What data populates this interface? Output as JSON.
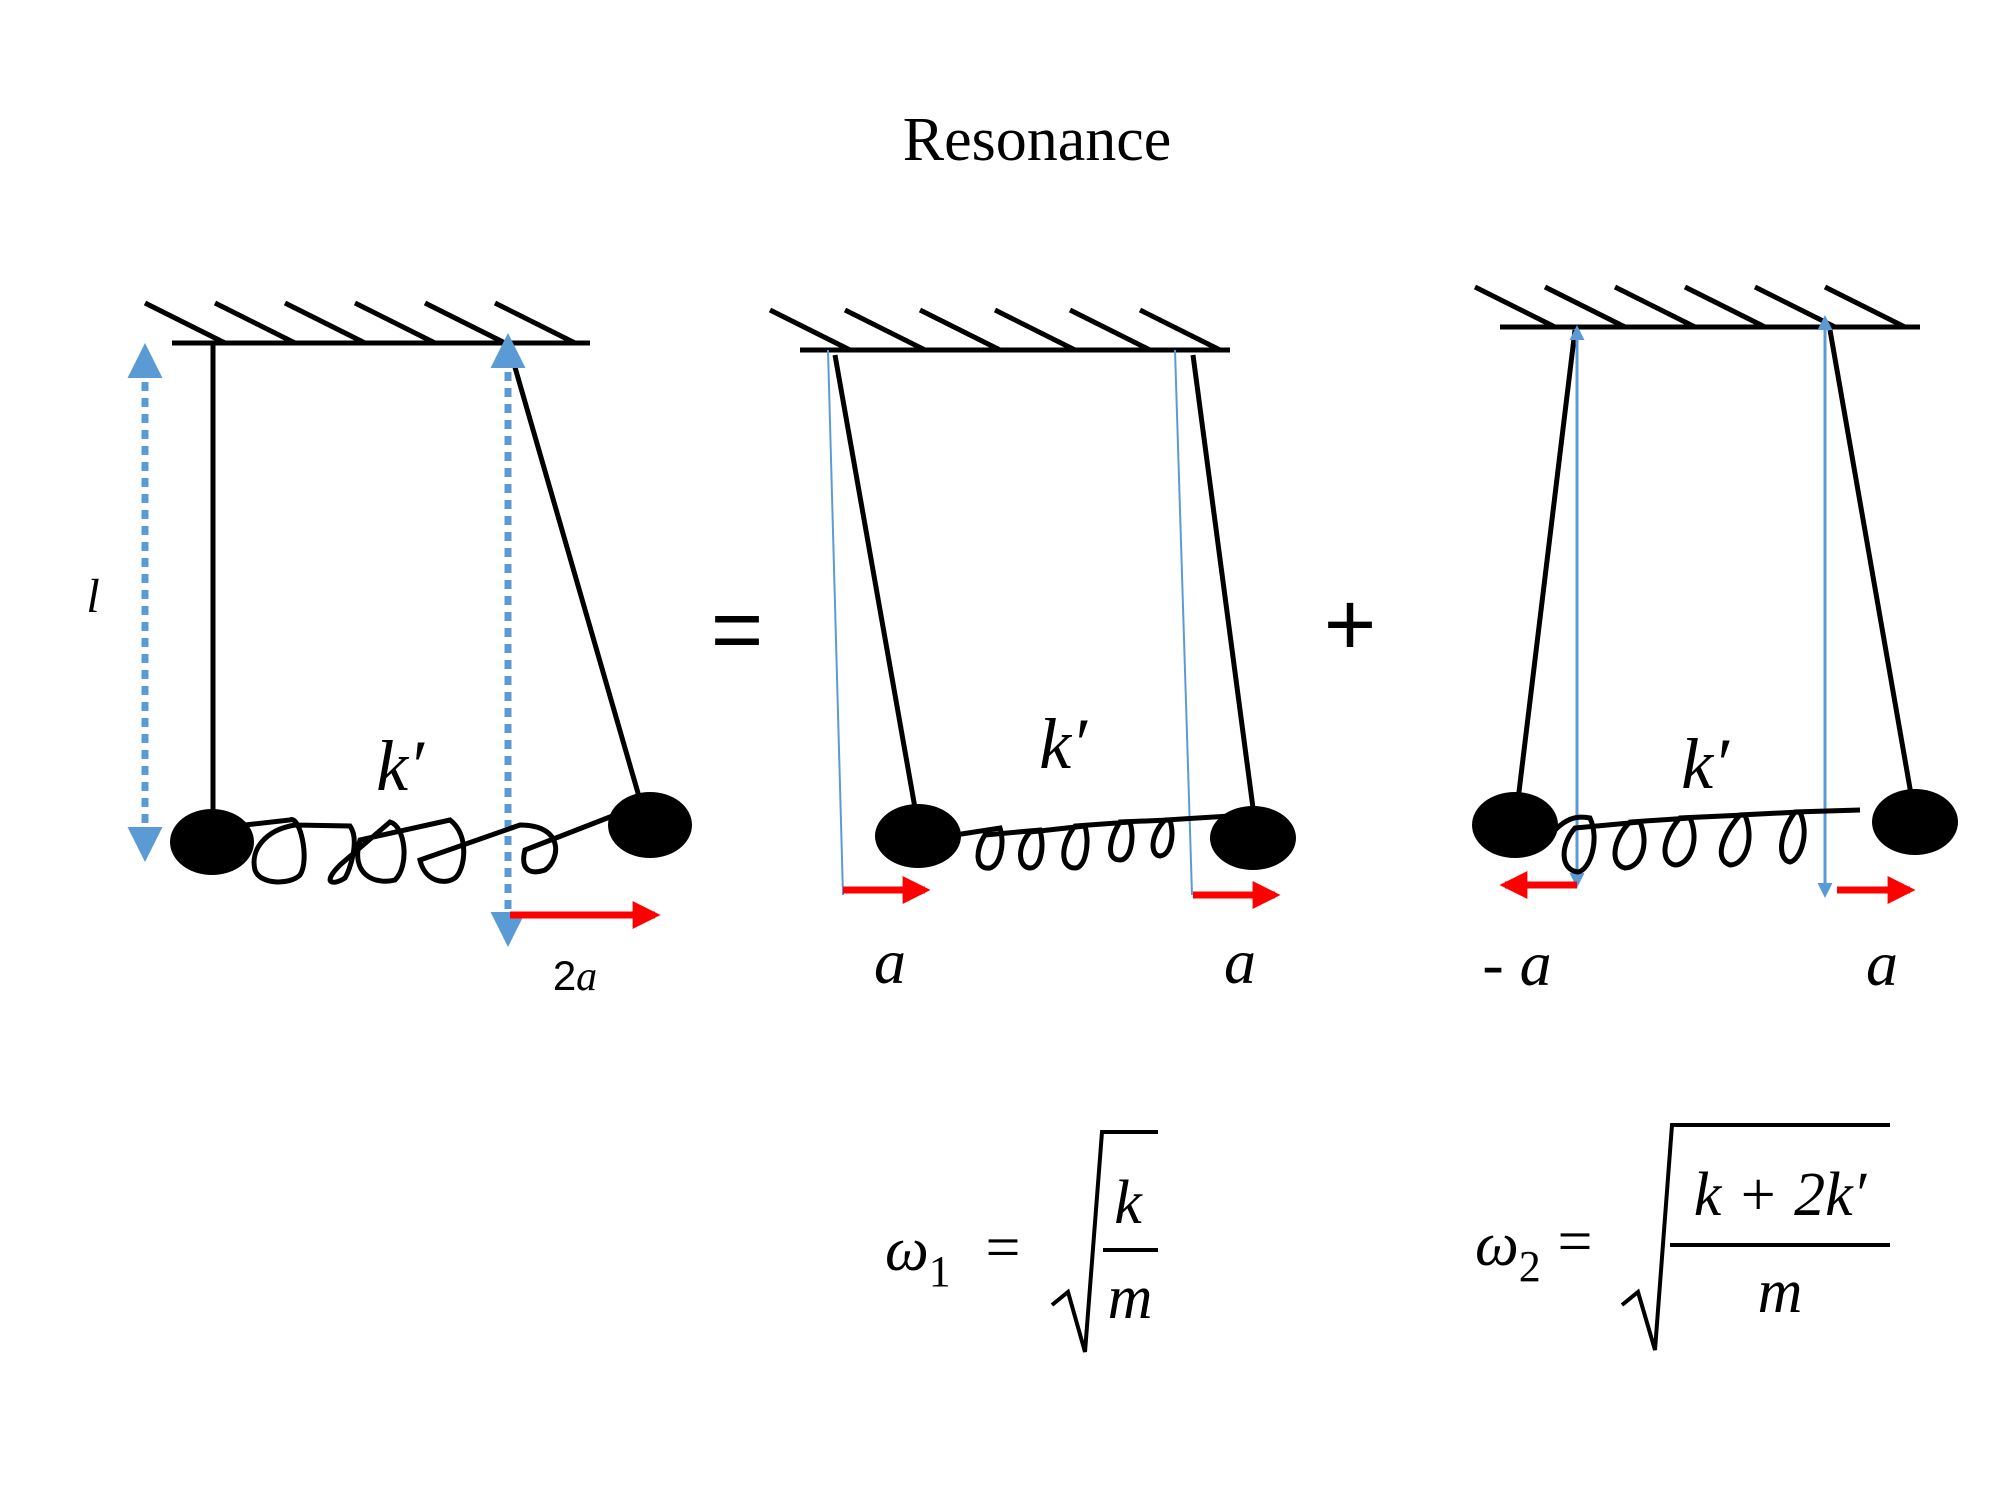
{
  "title": "Resonance",
  "colors": {
    "line": "#000000",
    "guide": "#5b9bd5",
    "displacement": "#ff0000",
    "mass": "#000000"
  },
  "operators": {
    "equals": "=",
    "plus": "+"
  },
  "panels": {
    "left": {
      "spring_label": "k′",
      "length_label": "l",
      "displacement_coef": "2",
      "displacement_var": "a"
    },
    "middle": {
      "spring_label": "k′",
      "left_disp": "a",
      "right_disp": "a"
    },
    "right": {
      "spring_label": "k′",
      "left_disp": "- a",
      "right_disp": "a"
    }
  },
  "formulas": {
    "omega1": {
      "symbol": "ω",
      "sub": "1",
      "eq": "=",
      "num": "k",
      "den": "m"
    },
    "omega2": {
      "symbol": "ω",
      "sub": "2",
      "eq": "=",
      "num": "k + 2k′",
      "den": "m"
    }
  }
}
